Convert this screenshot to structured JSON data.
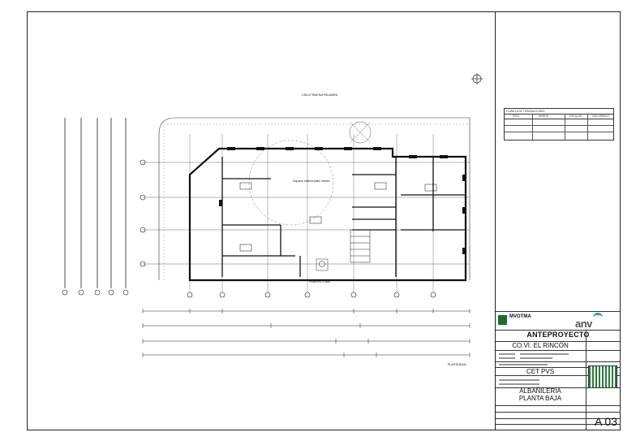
{
  "plan": {
    "street_label": "CALLE BUENA PALABRA",
    "area_label": "Espacio exterior/patio interior",
    "bottom_label": "PADRÓN 17895",
    "drawing_title": "PLANTA BAJA"
  },
  "schedule": {
    "header": "PLANILLA DE TERMINACIONES",
    "columns": [
      "PISO",
      "MUROS",
      "ZÓCALOS",
      "CIELORRASO"
    ]
  },
  "title_block": {
    "agency1": "MVOTMA",
    "agency2": "anv",
    "project_type": "ANTEPROYECTO",
    "project_name": "CO.VI. EL RINCÓN",
    "entity": "CET PVS",
    "sheet_title_1": "ALBAÑILERIA",
    "sheet_title_2": "PLANTA BAJA",
    "sheet_number": "A 03"
  },
  "colors": {
    "line": "#222222",
    "logo_green": "#1d6b2c",
    "anv_green": "#2aa57a"
  }
}
